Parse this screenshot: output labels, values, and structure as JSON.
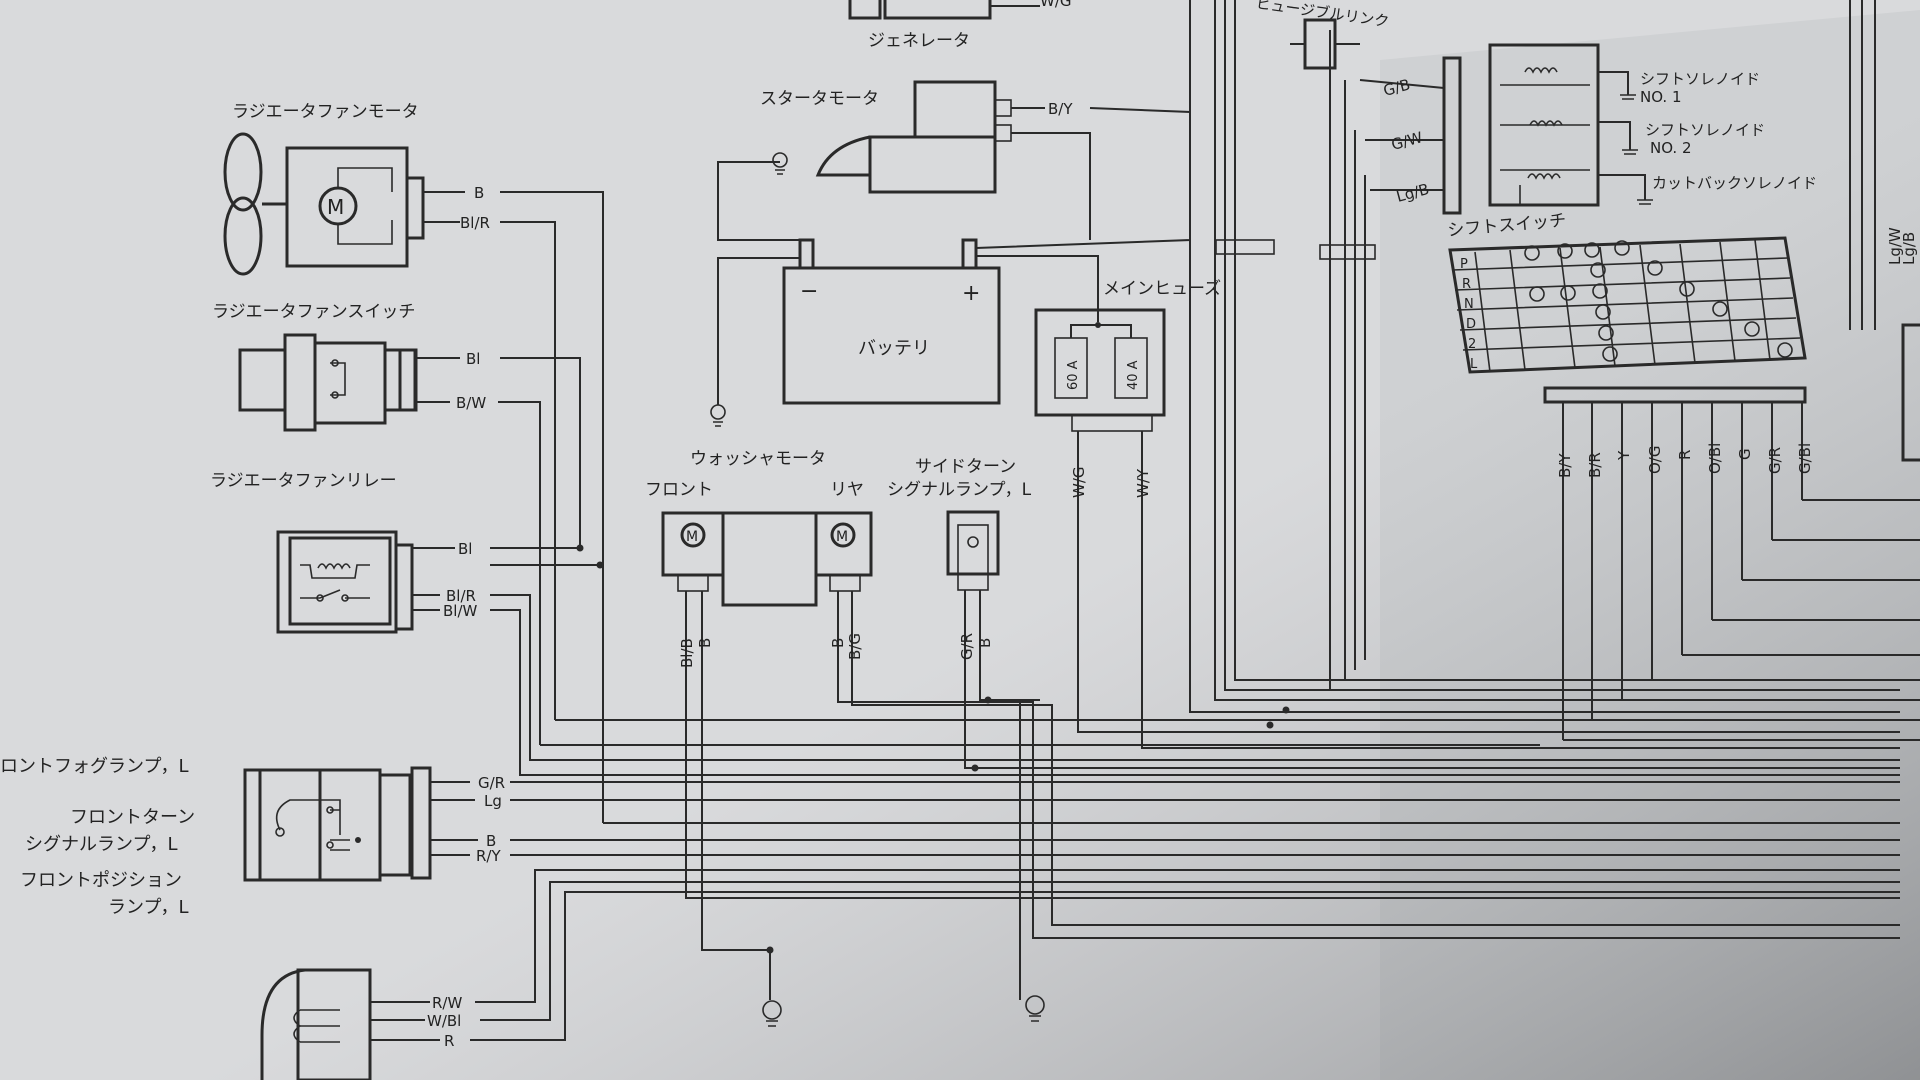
{
  "components": {
    "generator": "ジェネレータ",
    "starter_motor": "スタータモータ",
    "radiator_fan_motor": "ラジエータファンモータ",
    "radiator_fan_switch": "ラジエータファンスイッチ",
    "radiator_fan_relay": "ラジエータファンリレー",
    "battery": "バッテリ",
    "battery_minus": "−",
    "battery_plus": "+",
    "main_fuse": "メインヒューズ",
    "fuse_60a": "60 A",
    "fuse_40a": "40 A",
    "washer_motor": "ウォッシャモータ",
    "washer_front": "フロント",
    "washer_rear": "リヤ",
    "side_turn_lamp_line1": "サイドターン",
    "side_turn_lamp_line2": "シグナルランプ，L",
    "front_fog_lamp": "ロントフォグランプ，L",
    "front_turn_lamp_line1": "フロントターン",
    "front_turn_lamp_line2": "シグナルランプ，L",
    "front_position_lamp_line1": "フロントポジション",
    "front_position_lamp_line2": "ランプ，L",
    "fusible_link": "ヒュージブルリンク",
    "shift_solenoid_1_line1": "シフトソレノイド",
    "shift_solenoid_1_line2": "NO. 1",
    "shift_solenoid_2_line1": "シフトソレノイド",
    "shift_solenoid_2_line2": "NO. 2",
    "cutback_solenoid": "カットバックソレノイド",
    "shift_switch": "シフトスイッチ",
    "motor_symbol": "M"
  },
  "shift_positions": [
    "P",
    "R",
    "N",
    "D",
    "2",
    "L"
  ],
  "wires": {
    "generator_out": "W/G",
    "starter": "B/Y",
    "fan_motor": [
      "B",
      "Bl/R"
    ],
    "fan_switch": [
      "Bl",
      "B/W"
    ],
    "fan_relay": [
      "Bl",
      "Bl/R",
      "Bl/W"
    ],
    "fuse_out": [
      "W/G",
      "W/Y"
    ],
    "washer_front": [
      "Bl/B",
      "B"
    ],
    "washer_rear": [
      "B",
      "B/G"
    ],
    "side_turn": [
      "G/R",
      "B"
    ],
    "front_lamps": [
      "G/R",
      "Lg",
      "B",
      "R/Y"
    ],
    "headlamp": [
      "R/W",
      "W/Bl",
      "R"
    ],
    "solenoids": [
      "G/B",
      "G/W",
      "Lg/B"
    ],
    "shift_switch_out": [
      "B/Y",
      "B/R",
      "Y",
      "O/G",
      "R",
      "O/Bl",
      "G",
      "G/R",
      "G/Bl"
    ],
    "right_edge": [
      "Lg/W",
      "Lg/B"
    ]
  }
}
